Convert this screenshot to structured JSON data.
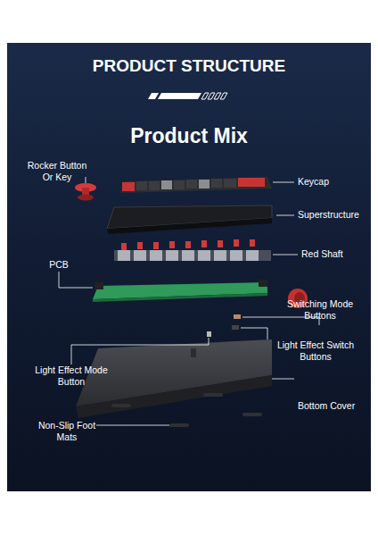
{
  "diagram": {
    "title": "PRODUCT STRUCTURE",
    "labels": [
      "Product Mix",
      "Rocker Button Or Key",
      "Keycap",
      "Superstructure",
      "Red Shaft",
      "PCB",
      "Switching Mode Buttons",
      "Light Effect Switch Buttons",
      "Light Effect Mode Button",
      "Bottom Cover",
      "Non-Slip Foot Mats"
    ]
  }
}
